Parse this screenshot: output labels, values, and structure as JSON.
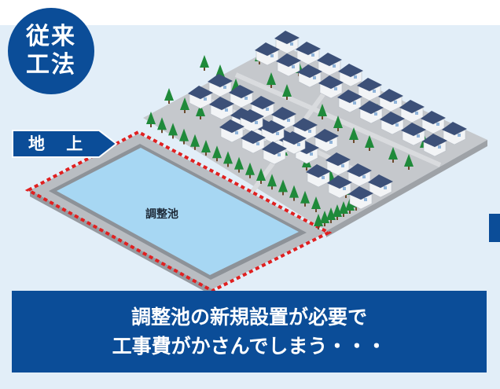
{
  "badge": {
    "line1": "従来",
    "line2": "工法"
  },
  "ground_tag": {
    "label": "地 上"
  },
  "pond": {
    "label": "調整池"
  },
  "banner": {
    "line1": "調整池の新規設置が必要で",
    "line2": "工事費がかさんでしまう・・・"
  },
  "colors": {
    "primary": "#0b4d98",
    "panel_bg": "#e2eef8",
    "water": "#a7d7f3",
    "ground": "#bfc2c6",
    "outline_dashed": "#e02020",
    "tree": "#1f8a3a",
    "roof": "#3c5078",
    "wall": "#f2f4f6"
  },
  "icons": {
    "tree": "tree-icon",
    "house": "house-icon"
  }
}
